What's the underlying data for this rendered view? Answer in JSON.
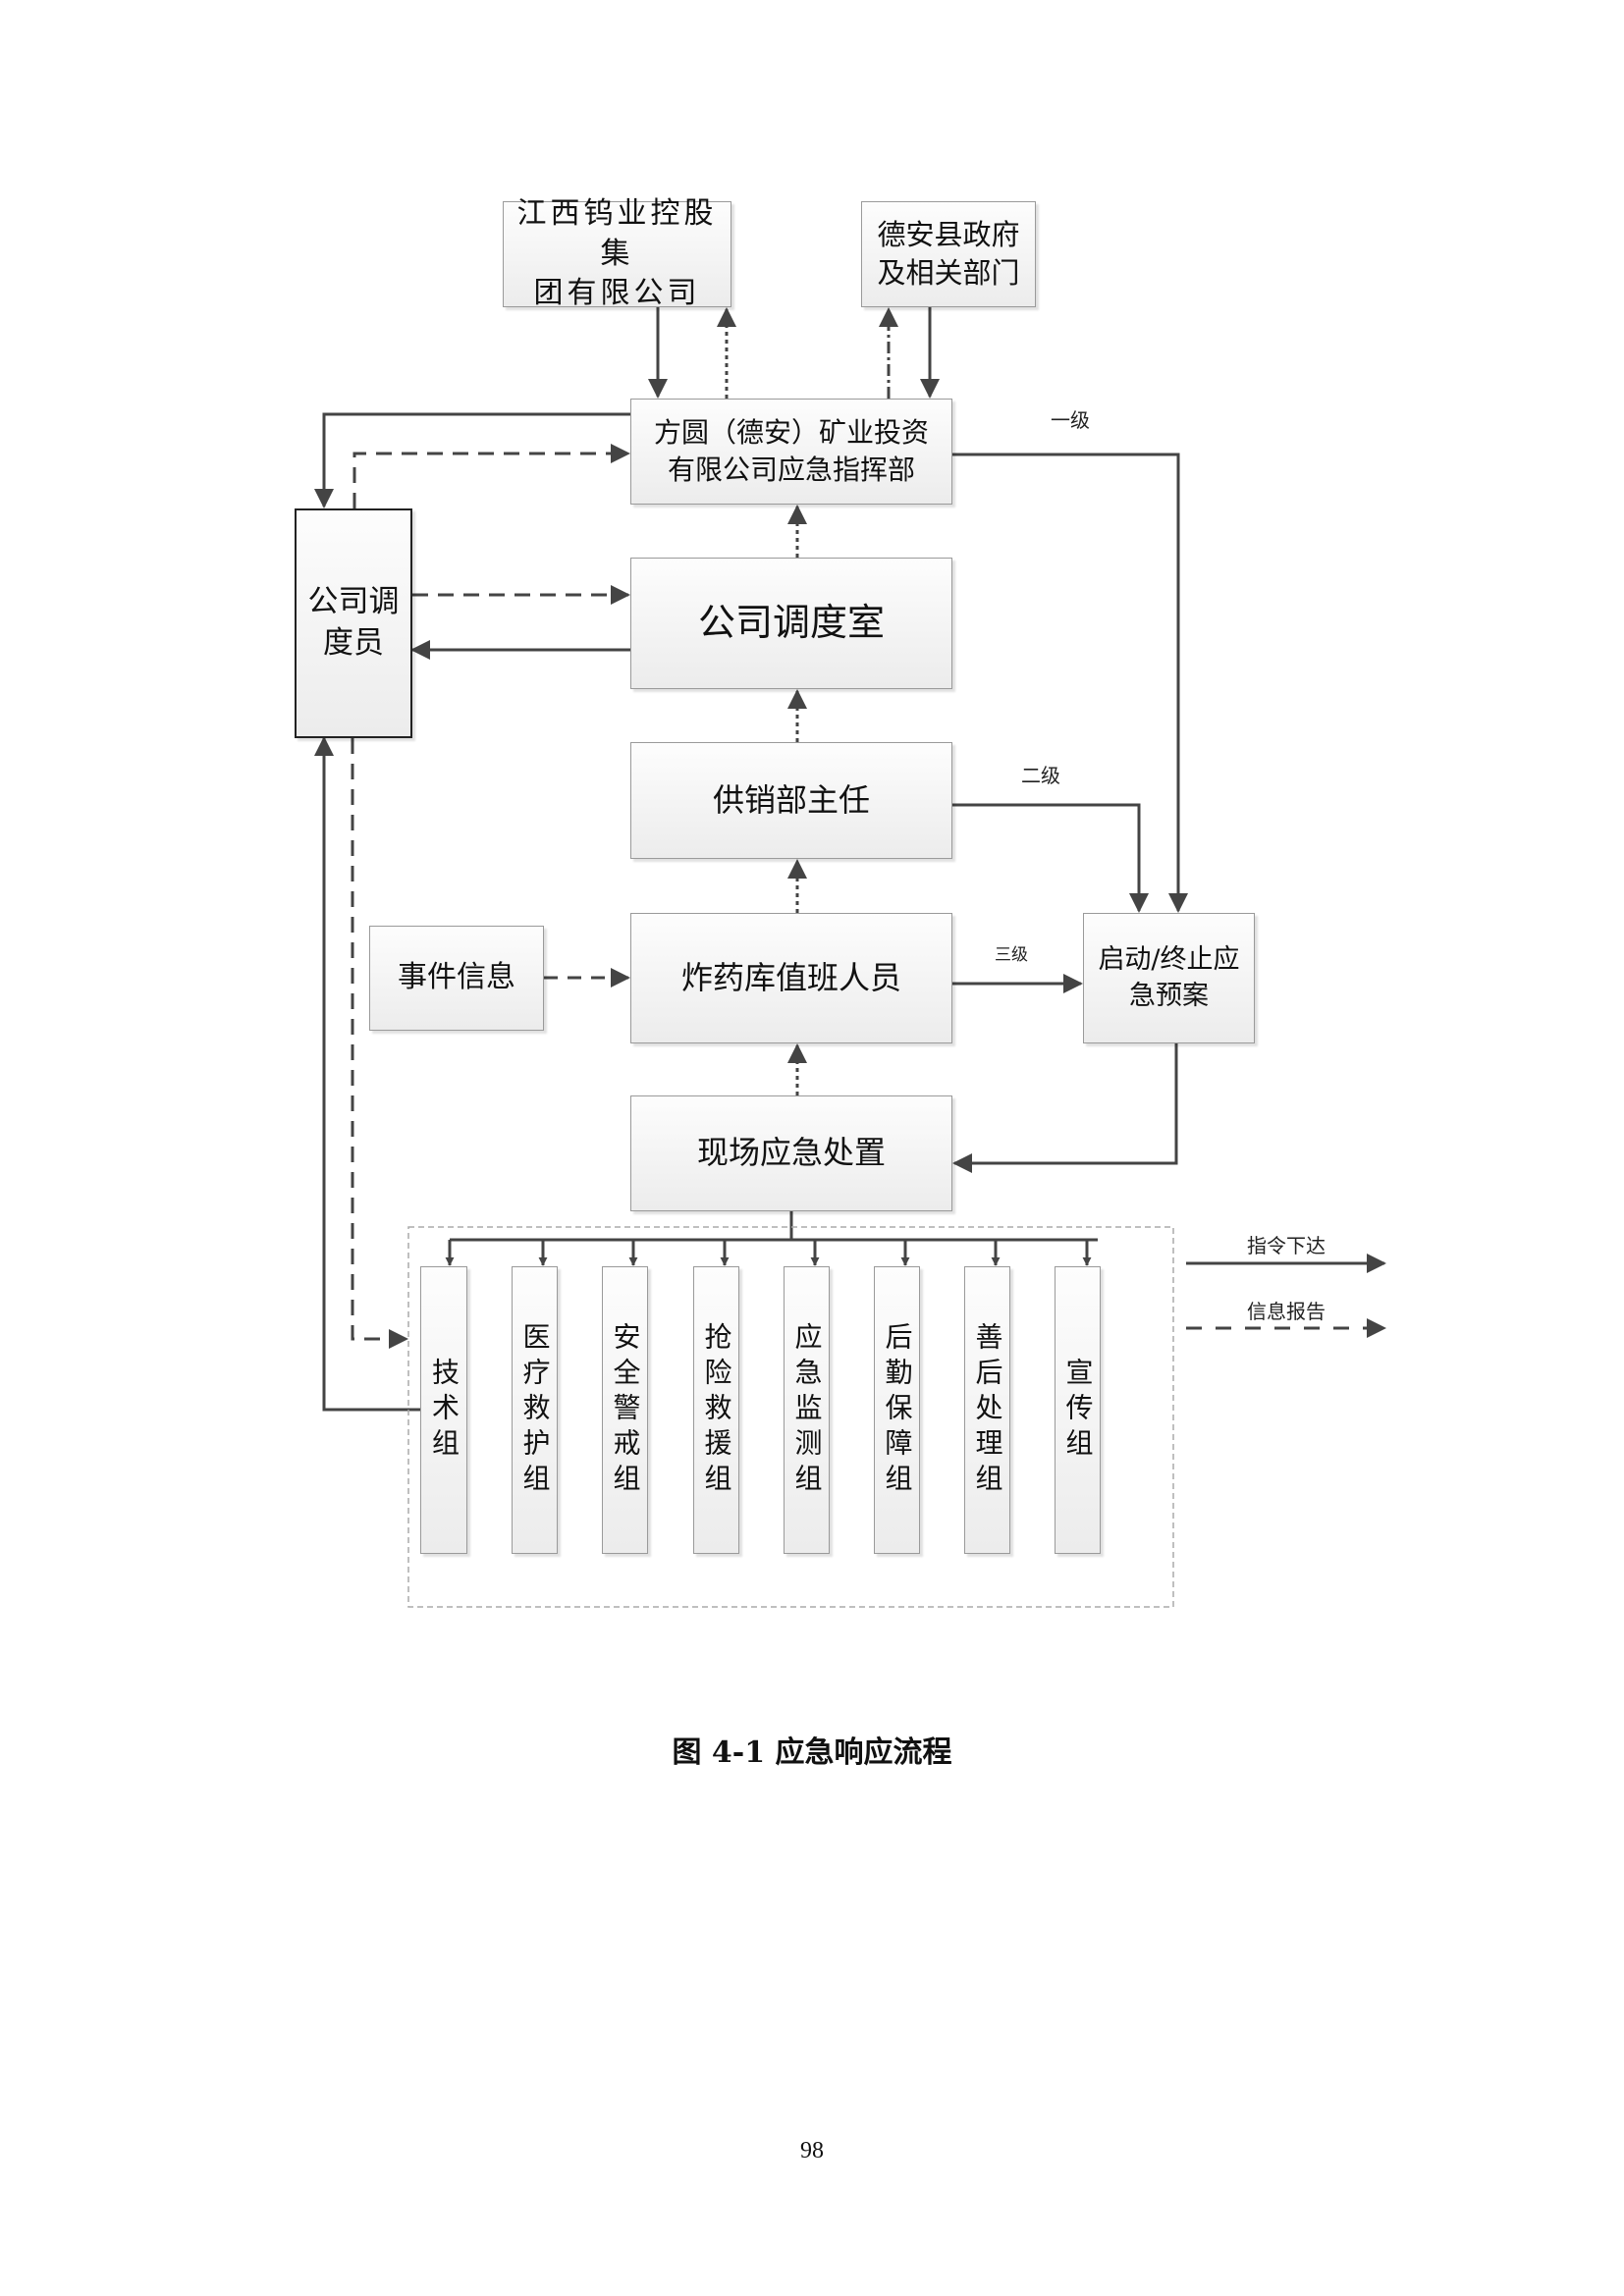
{
  "nodes": {
    "group_company": "江西钨业控股集团有限公司",
    "county_gov": "德安县政府及相关部门",
    "command_hq": "方圆（德安）矿业投资有限公司应急指挥部",
    "dispatcher": "公司调度员",
    "dispatch_room": "公司调度室",
    "supply_director": "供销部主任",
    "event_info": "事件信息",
    "duty_staff": "炸药库值班人员",
    "plan_start_stop": "启动/终止应急预案",
    "onsite_response": "现场应急处置"
  },
  "node_lines": {
    "group_company": [
      "江西钨业控股集",
      "团有限公司"
    ],
    "county_gov": [
      "德安县政府",
      "及相关部门"
    ],
    "command_hq": [
      "方圆（德安）矿业投资",
      "有限公司应急指挥部"
    ],
    "dispatcher": [
      "公司调",
      "度员"
    ],
    "plan_start_stop": [
      "启动/终止应",
      "急预案"
    ]
  },
  "levels": {
    "level1": "一级",
    "level2": "二级",
    "level3": "三级"
  },
  "teams": [
    "技术组",
    "医疗救护组",
    "安全警戒组",
    "抢险救援组",
    "应急监测组",
    "后勤保障组",
    "善后处理组",
    "宣传组"
  ],
  "legend": {
    "command": "指令下达",
    "report": "信息报告"
  },
  "caption": "图 4-1  应急响应流程",
  "page_number": "98"
}
